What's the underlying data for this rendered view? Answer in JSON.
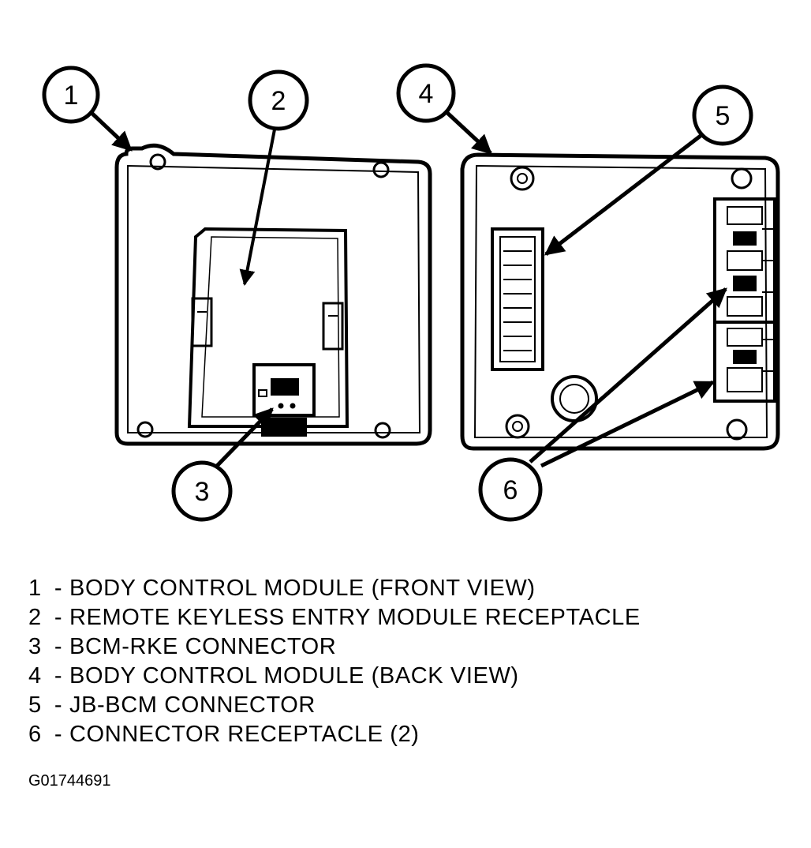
{
  "callouts": [
    "1",
    "2",
    "3",
    "4",
    "5",
    "6"
  ],
  "legend": [
    {
      "num": "1",
      "sep": "-",
      "text": "BODY CONTROL MODULE (FRONT VIEW)"
    },
    {
      "num": "2",
      "sep": "-",
      "text": "REMOTE KEYLESS ENTRY MODULE RECEPTACLE"
    },
    {
      "num": "3",
      "sep": "-",
      "text": "BCM-RKE CONNECTOR"
    },
    {
      "num": "4",
      "sep": "-",
      "text": "BODY CONTROL MODULE (BACK VIEW)"
    },
    {
      "num": "5",
      "sep": "-",
      "text": "JB-BCM CONNECTOR"
    },
    {
      "num": "6",
      "sep": "-",
      "text": "CONNECTOR RECEPTACLE (2)"
    }
  ],
  "figure_id": "G01744691",
  "colors": {
    "ink": "#000000",
    "paper": "#ffffff"
  }
}
